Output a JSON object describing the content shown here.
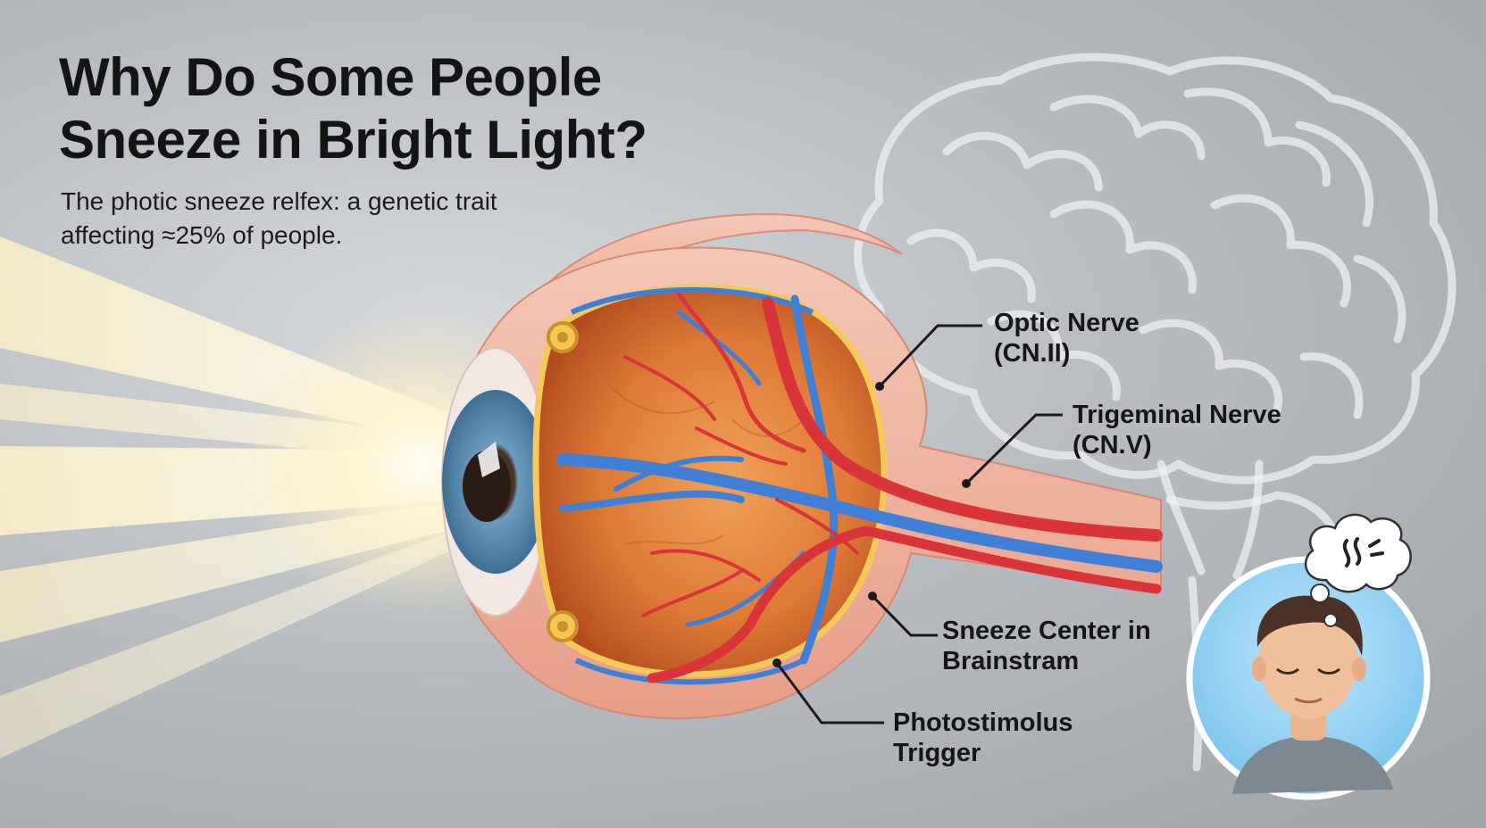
{
  "title": {
    "line1": "Why Do Some People",
    "line2": "Sneeze in Bright Light?"
  },
  "subtitle": {
    "line1": "The photic sneeze relfex: a genetic trait",
    "line2": "affecting ≈25% of people."
  },
  "labels": {
    "optic_nerve": {
      "line1": "Optic Nerve",
      "line2": "(CN.II)"
    },
    "trigeminal_nerve": {
      "line1": "Trigeminal Nerve",
      "line2": "(CN.V)"
    },
    "sneeze_center": {
      "line1": "Sneeze Center in",
      "line2": "Brainstram"
    },
    "photostimulus": {
      "line1": "Photostimolus",
      "line2": "Trigger"
    }
  },
  "colors": {
    "background": "#b9bdc1",
    "artery": "#d8343a",
    "vein": "#3f7fd6",
    "eye_interior": "#d9722e",
    "sclera_tissue": "#f0b8a4",
    "iris": "#5b8fb5",
    "brain_outline": "#e9ecef",
    "avatar_bg": "#8fd0f2",
    "light_beam": "#fff4d2"
  },
  "icons": [
    "brain-outline",
    "eye-cross-section",
    "light-beam",
    "person-avatar",
    "thought-bubble",
    "sneeze-icon"
  ]
}
